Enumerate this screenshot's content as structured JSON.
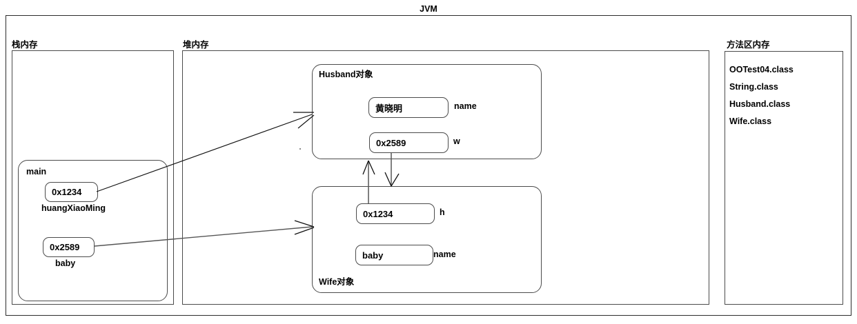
{
  "diagram": {
    "title": "JVM",
    "regions": {
      "stack": {
        "label": "栈内存"
      },
      "heap": {
        "label": "堆内存"
      },
      "method_area": {
        "label": "方法区内存"
      }
    },
    "stack": {
      "frame_label": "main",
      "variables": [
        {
          "value": "0x1234",
          "name": "huangXiaoMing"
        },
        {
          "value": "0x2589",
          "name": "baby"
        }
      ]
    },
    "heap": {
      "objects": [
        {
          "label": "Husband对象",
          "fields": [
            {
              "value": "黄晓明",
              "name": "name"
            },
            {
              "value": "0x2589",
              "name": "w"
            }
          ]
        },
        {
          "label": "Wife对象",
          "fields": [
            {
              "value": "0x1234",
              "name": "h"
            },
            {
              "value": "baby",
              "name": "name"
            }
          ]
        }
      ]
    },
    "method_area": {
      "classes": [
        "OOTest04.class",
        "String.class",
        "Husband.class",
        "Wife.class"
      ]
    }
  }
}
